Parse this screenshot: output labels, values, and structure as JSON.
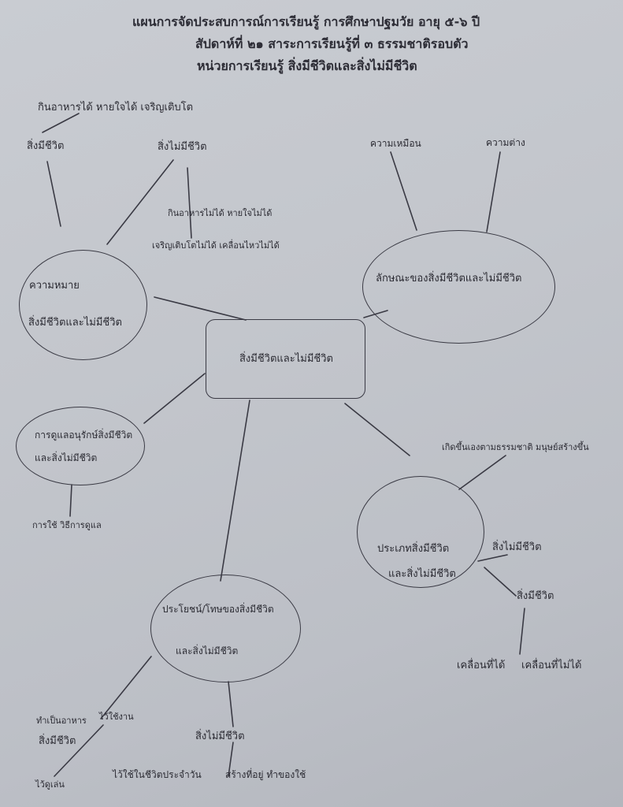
{
  "header": {
    "line1": "แผนการจัดประสบการณ์การเรียนรู้ การศึกษาปฐมวัย อายุ ๕-๖ ปี",
    "line2": "สัปดาห์ที่ ๒๑ สาระการเรียนรู้ที่ ๓ ธรรมชาติรอบตัว",
    "line3": "หน่วยการเรียนรู้ สิ่งมีชีวิตและสิ่งไม่มีชีวิต"
  },
  "center": {
    "label": "สิ่งมีชีวิตและไม่มีชีวิต"
  },
  "meaning": {
    "label_a": "ความหมาย",
    "label_b": "สิ่งมีชีวิตและไม่มีชีวิต",
    "living": "สิ่งมีชีวิต",
    "living_desc": "กินอาหารได้ หายใจได้ เจริญเติบโต",
    "nonliving": "สิ่งไม่มีชีวิต",
    "nonliving_desc1": "กินอาหารไม่ได้ หายใจไม่ได้",
    "nonliving_desc2": "เจริญเติบโตไม่ได้ เคลื่อนไหวไม่ได้"
  },
  "traits": {
    "label": "ลักษณะของสิ่งมีชีวิตและไม่มีชีวิต",
    "similar": "ความเหมือน",
    "different": "ความต่าง"
  },
  "care": {
    "label_a": "การดูแลอนุรักษ์สิ่งมีชีวิต",
    "label_b": "และสิ่งไม่มีชีวิต",
    "sub": "การใช้ วิธีการดูแล"
  },
  "types": {
    "label_a": "ประเภทสิ่งมีชีวิต",
    "label_b": "และสิ่งไม่มีชีวิต",
    "origin": "เกิดขึ้นเองตามธรรมชาติ มนุษย์สร้างขึ้น",
    "nonliving": "สิ่งไม่มีชีวิต",
    "living": "สิ่งมีชีวิต",
    "moves": "เคลื่อนที่ได้",
    "nomove": "เคลื่อนที่ไม่ได้"
  },
  "benefit": {
    "label_a": "ประโยชน์/โทษของสิ่งมีชีวิต",
    "label_b": "และสิ่งไม่มีชีวิต",
    "food": "ทำเป็นอาหาร",
    "use": "ไว้ใช้งาน",
    "living": "สิ่งมีชีวิต",
    "play": "ไว้ดูเล่น",
    "nonliving": "สิ่งไม่มีชีวิต",
    "daily": "ไว้ใช้ในชีวิตประจำวัน",
    "shelter": "สร้างที่อยู่ ทำของใช้"
  }
}
